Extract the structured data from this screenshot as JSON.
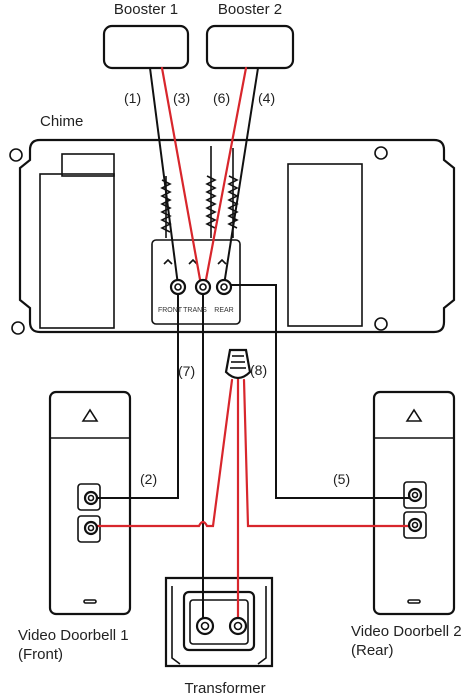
{
  "labels": {
    "booster1": "Booster 1",
    "booster2": "Booster 2",
    "chime": "Chime",
    "doorbell1_line1": "Video Doorbell 1",
    "doorbell1_line2": "(Front)",
    "doorbell2_line1": "Video Doorbell 2",
    "doorbell2_line2": "(Rear)",
    "transformer": "Transformer"
  },
  "wires": {
    "w1": "(1)",
    "w2": "(2)",
    "w3": "(3)",
    "w4": "(4)",
    "w5": "(5)",
    "w6": "(6)",
    "w7": "(7)",
    "w8": "(8)"
  },
  "terminals": {
    "front": "FRONT",
    "trans": "TRANS",
    "rear": "REAR"
  },
  "colors": {
    "wire_black": "#111111",
    "wire_red": "#d8262c",
    "outline": "#111111",
    "background": "#ffffff"
  },
  "icons": {
    "doorbell_arrow": "triangle-up-icon",
    "wire_nut": "wire-nut-icon",
    "terminal_screw": "screw-terminal-icon"
  }
}
